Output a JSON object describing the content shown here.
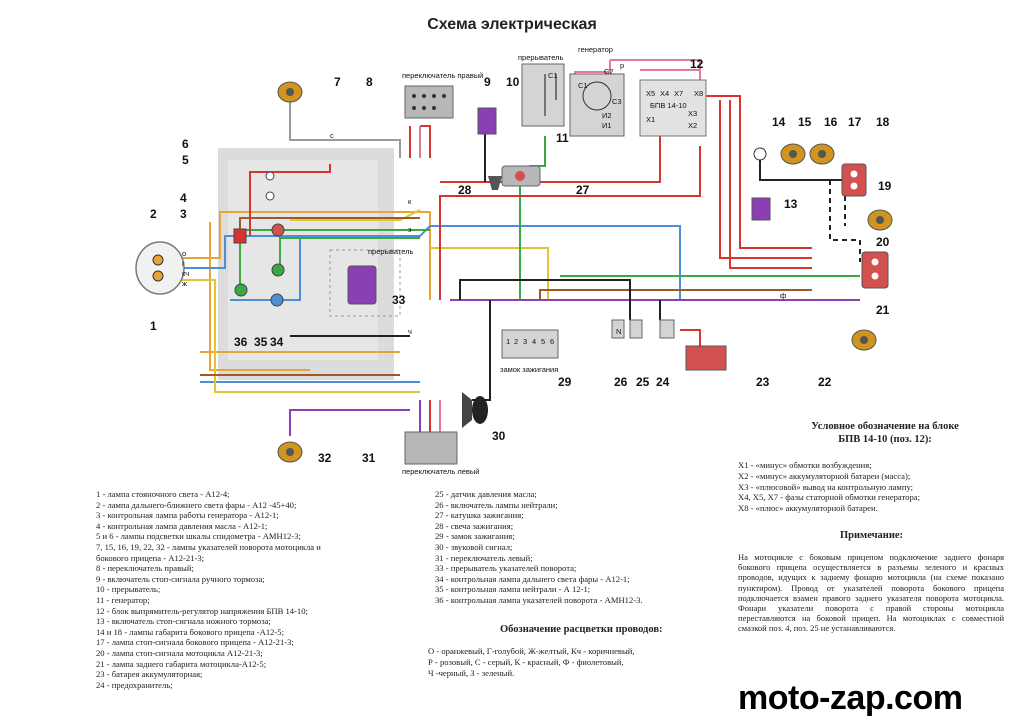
{
  "title": "Схема электрическая",
  "component_numbers": [
    "1",
    "2",
    "3",
    "4",
    "5",
    "6",
    "7",
    "8",
    "9",
    "10",
    "11",
    "12",
    "13",
    "14",
    "15",
    "16",
    "17",
    "18",
    "19",
    "20",
    "21",
    "22",
    "23",
    "24",
    "25",
    "26",
    "27",
    "28",
    "29",
    "30",
    "31",
    "32",
    "33",
    "34",
    "35",
    "36"
  ],
  "captions": {
    "switch_right": "переключатель правый",
    "switch_left": "переключатель левый",
    "interrupter_top": "прерыватель",
    "generator": "генератор",
    "interrupter_mid": "прерыватель",
    "ignition_lock": "замок зажигания",
    "bpv": "БПВ 14-10"
  },
  "terminal_labels": {
    "gen": [
      "C1",
      "C2",
      "C3",
      "И2",
      "И1"
    ],
    "bpv": [
      "X5",
      "X4",
      "X7",
      "X1",
      "X3",
      "X2",
      "X8"
    ],
    "lock": [
      "1",
      "2",
      "3",
      "4",
      "5",
      "6"
    ],
    "c1": "C1",
    "n": "N"
  },
  "wire_letters": {
    "o": "о",
    "g": "г",
    "kch": "кч",
    "zh": "ж",
    "k": "к",
    "z": "з",
    "ch": "ч",
    "p": "р",
    "s": "с",
    "f": "ф"
  },
  "legend_left": [
    "1 - лампа стояночного света - А12-4;",
    "2 - лампа дальнего-ближнего света фары - А12 -45+40;",
    "3 - контрольная лампа работы генератора - А12-1;",
    "4 - контрольная лампа давления масла - А12-1;",
    "5  и  6  - лампы подсветки шкалы спидометра - АМН12-3;",
    "7, 15, 16, 19, 22, 32 - лампы указателей поворота мотоцикла и",
    "бокового прицепа - А12-21-3;",
    "8 - переключатель правый;",
    "9 - включатель стоп-сигнала ручного тормоза;",
    "10 - прерыватель;",
    "11 - генератор;",
    "12 - блок выпрямитель-регулятор напряжения БПВ 14-10;",
    "13 - включатель стоп-сигнала ножного тормоза;",
    "14 и 18 - лампы габарита бокового прицепа -А12-5;",
    "17 - лампа стоп-сигнала бокового прицепа - А12-21-3;",
    "20 - лампа стоп-сигнала мотоцикла А12-21-3;",
    "21 - лампа заднего габарита мотоцикла-А12-5;",
    "23 - батарея аккумуляторная;",
    "24 - предохранитель;"
  ],
  "legend_right": [
    "25 - датчик давления масла;",
    "26 - включатель лампы нейтрали;",
    "27 - катушка зажигания;",
    "28 - свеча зажигания;",
    "29 - замок зажигания;",
    "30 - звуковой сигнал;",
    "31 - переключатель левый;",
    "33 - прерыватель указателей поворота;",
    "34 - контрольная лампа дальнего света фары - А12-1;",
    "35 - контрольная лампа нейтрали - А 12-1;",
    "36 - контрольная лампа указателей поворота - АМН12-3."
  ],
  "colors_title": "Обозначение расцветки проводов:",
  "colors_lines": [
    "О - оранжевый, Г-голубой, Ж-желтый, Кч - коричневый,",
    "Р - розовый, С - серый, К - красный, Ф - фиолетовый,",
    "Ч -черный,  З - зеленый."
  ],
  "bpv_title_1": "Условное обозначение на блоке",
  "bpv_title_2": "БПВ 14-10 (поз. 12):",
  "bpv_lines": [
    "Х1 - «минус» обмотки возбуждения;",
    "Х2 - «минус» аккумуляторной батареи (масса);",
    "Х3 - «плюсовой» вывод на контрольную лампу;",
    "Х4, Х5, Х7 - фазы статорной обмотки генератора;",
    "Х8 - «плюс»  аккумуляторной батареи."
  ],
  "note_title": "Примечание:",
  "note_text": "На мотоцикле с боковым прицепом подключение заднего фонаря бокового прицепа осуществляется в разъемы зеленого и красных проводов, идущих к заднему фонарю мотоцикла (на схеме показано пунктиром). Провод от указателей поворота бокового прицепа подключается взамен правого заднего указателя поворота мотоцикла. Фонари указатели поворота с правой стороны мотоцикла переставляются на боковой прицеп. На мотоциклах с совместной смазкой поз. 4, поз. 25 не устанавливаются.",
  "watermark": "moto-zap.com",
  "wire_colors": {
    "orange": "#e8a33a",
    "blue": "#4d8fd6",
    "yellow": "#e2c531",
    "brown": "#9a5a2c",
    "pink": "#e07a9a",
    "grey": "#9a9a9a",
    "red": "#d8332f",
    "violet": "#8a3fb5",
    "black": "#222222",
    "green": "#3aa843"
  }
}
